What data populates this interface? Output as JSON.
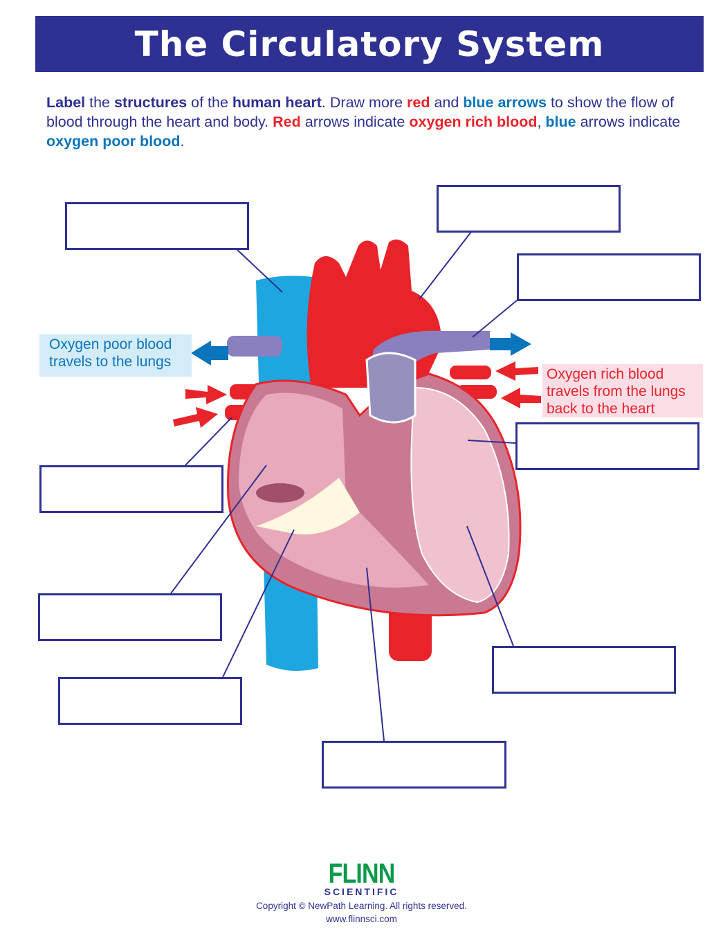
{
  "title": "The Circulatory System",
  "instructions": {
    "p1": "Label",
    "p2": " the ",
    "p3": "structures",
    "p4": " of the ",
    "p5": "human heart",
    "p6": ".  Draw more ",
    "p7": "red",
    "p8": " and ",
    "p9": "blue arrows",
    "p10": " to show the flow of blood through the heart and body.  ",
    "p11": "Red",
    "p12": " arrows indicate ",
    "p13": "oxygen rich blood",
    "p14": ", ",
    "p15": "blue",
    "p16": " arrows indicate ",
    "p17": "oxygen poor blood",
    "p18": "."
  },
  "callouts": {
    "poor_line1": "Oxygen poor blood",
    "poor_line2": "travels to the lungs",
    "rich_line1": "Oxygen rich blood",
    "rich_line2": "travels from the lungs",
    "rich_line3": "back to the heart"
  },
  "colors": {
    "navy": "#2e3192",
    "red": "#e8242a",
    "blue": "#0a75bc",
    "green": "#0a9a4c"
  },
  "footer": {
    "brand": "FLINN",
    "brand_sub": "SCIENTIFIC",
    "copyright": "Copyright © NewPath Learning. All rights reserved.",
    "website": "www.flinnsci.com"
  }
}
